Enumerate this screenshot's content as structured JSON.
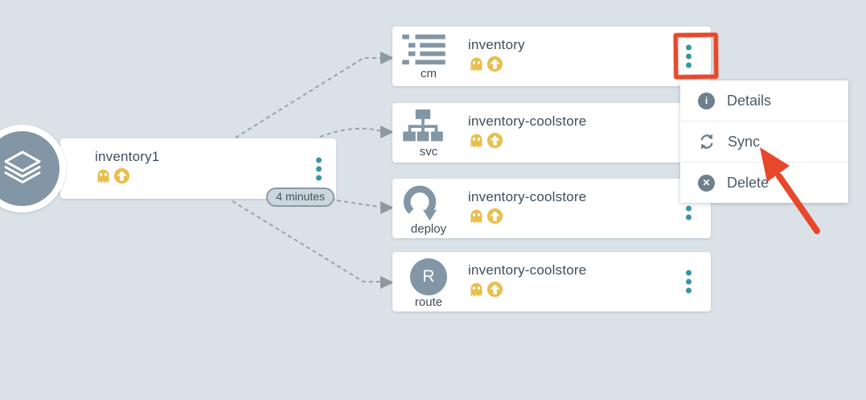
{
  "colors": {
    "background": "#dbe2e7",
    "accent_teal": "#3897a2",
    "status_gold": "#e8bf4e",
    "icon_gray": "#8296a5",
    "annotation_red": "#e8472b",
    "card_white": "#ffffff"
  },
  "root_node": {
    "title": "inventory1",
    "age_badge": "4 minutes",
    "status_icons": [
      "ghost-missing-icon",
      "arrow-up-out-of-sync-icon"
    ],
    "icon": "layers-icon",
    "menu_icon": "kebab-menu-icon"
  },
  "resources": [
    {
      "kind": "cm",
      "title": "inventory",
      "icon": "configmap-list-icon"
    },
    {
      "kind": "svc",
      "title": "inventory-coolstore",
      "icon": "service-sitemap-icon"
    },
    {
      "kind": "deploy",
      "title": "inventory-coolstore",
      "icon": "deployment-rotate-icon"
    },
    {
      "kind": "route",
      "title": "inventory-coolstore",
      "icon": "route-circle-icon",
      "icon_letter": "R"
    }
  ],
  "context_menu": {
    "items": [
      {
        "label": "Details",
        "icon": "info-icon"
      },
      {
        "label": "Sync",
        "icon": "sync-icon"
      },
      {
        "label": "Delete",
        "icon": "delete-icon"
      }
    ]
  },
  "annotations": {
    "highlight": "red-rectangle-around-kebab-menu",
    "pointer": "red-arrow-pointing-at-sync"
  }
}
